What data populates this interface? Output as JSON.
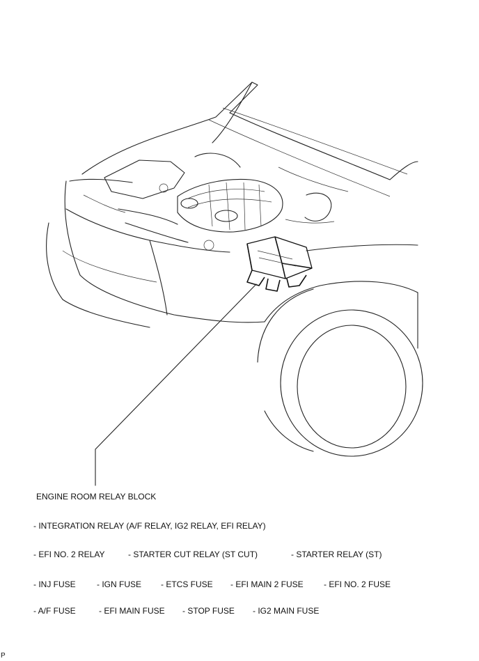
{
  "callout": {
    "title": "ENGINE ROOM RELAY BLOCK"
  },
  "lines": [
    [
      "- INTEGRATION RELAY (A/F RELAY, IG2 RELAY, EFI RELAY)"
    ],
    [
      "- EFI NO. 2 RELAY",
      "- STARTER CUT RELAY (ST CUT)",
      "- STARTER RELAY (ST)"
    ],
    [
      "- INJ FUSE",
      "- IGN FUSE",
      "- ETCS FUSE",
      "- EFI MAIN 2 FUSE",
      "- EFI NO. 2 FUSE"
    ],
    [
      "- A/F FUSE",
      "- EFI MAIN FUSE",
      "- STOP FUSE",
      "- IG2 MAIN FUSE"
    ]
  ],
  "footer": {
    "code": "P"
  }
}
